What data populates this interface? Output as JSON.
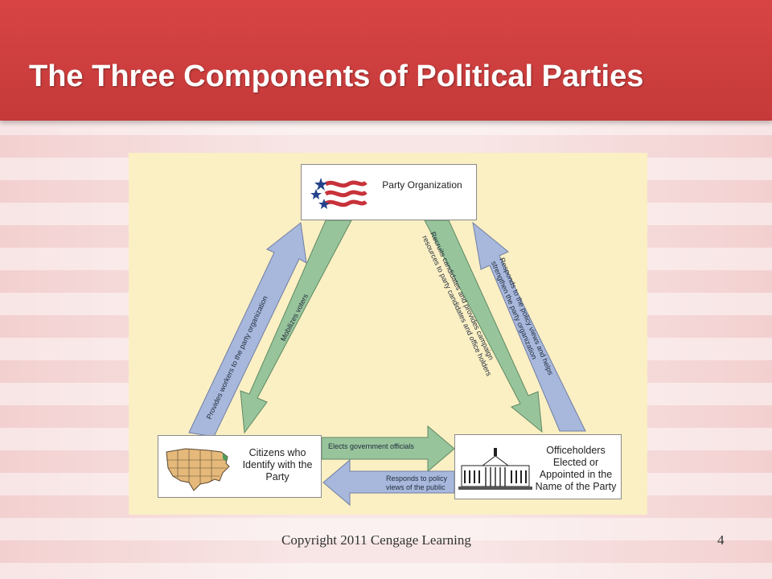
{
  "slide": {
    "title": "The Three Components of Political Parties",
    "copyright": "Copyright 2011 Cengage Learning",
    "page_number": "4"
  },
  "diagram": {
    "nodes": {
      "party": {
        "label": "Party Organization"
      },
      "citizens": {
        "label": "Citizens who Identify with the Party"
      },
      "officeholders": {
        "label": "Officeholders Elected or Appointed in the Name of the Party"
      }
    },
    "arrows": {
      "provides_workers": "Provides workers to the party organization",
      "mobilizes_voters": "Mobilizes voters",
      "recruits_line1": "Recruits candidates and provides campaign",
      "recruits_line2": "resources to party candidates and office holders",
      "responds_party_line1": "Responds to the policy views and helps",
      "responds_party_line2": "strengthen the party organization",
      "elects": "Elects government officials",
      "responds_public_line1": "Responds to policy",
      "responds_public_line2": "views of the public"
    },
    "colors": {
      "blue_arrow": "#a8b8dc",
      "green_arrow": "#98c49c",
      "background": "#fbefc4",
      "header": "#cc3d3d"
    }
  }
}
